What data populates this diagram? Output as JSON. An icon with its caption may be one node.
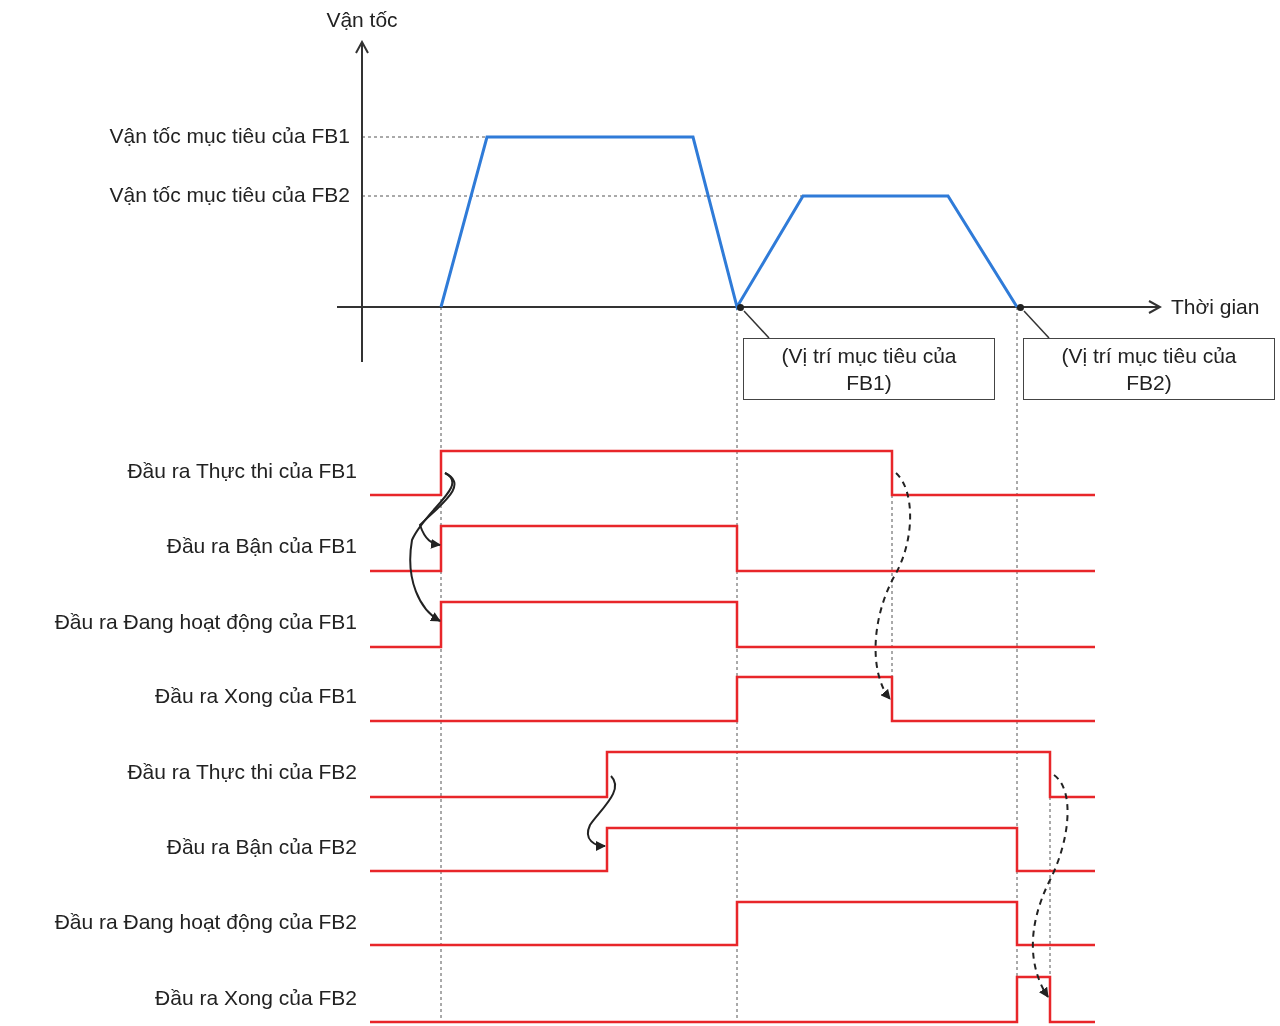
{
  "diagram": {
    "nodes": [
      {
        "text": [
          "(Vị trí mục tiêu của FB1)"
        ]
      },
      {
        "text": [
          "(Vị trí mục tiêu của FB2)"
        ]
      },
      {
        "text": [],
        "shape": "circle"
      },
      {
        "text": [],
        "shape": "circle"
      }
    ],
    "edges": [
      {
        "from": 0,
        "to": 2,
        "arrow": "none"
      },
      {
        "from": 1,
        "to": 3,
        "arrow": "none"
      }
    ],
    "labels": [
      "Vận tốc",
      "Vận tốc mục tiêu của FB1",
      "Vận tốc mục tiêu của FB2",
      "Thời gian",
      "Đầu ra Thực thi của FB1",
      "Đầu ra Bận của FB1",
      "Đầu ra Đang hoạt động của FB1",
      "Đầu ra Xong của FB1",
      "Đầu ra Thực thi của FB2",
      "Đầu ra Bận của FB2",
      "Đầu ra Đang hoạt động của FB2",
      "Đầu ra Xong của FB2"
    ]
  }
}
